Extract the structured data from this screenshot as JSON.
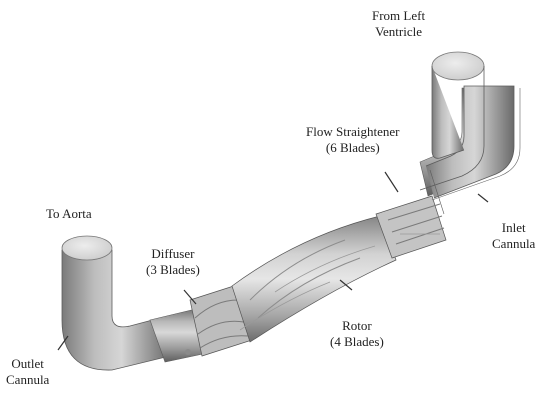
{
  "labels": {
    "from_left_ventricle": {
      "line1": "From Left",
      "line2": "Ventricle"
    },
    "flow_straightener": {
      "line1": "Flow Straightener",
      "line2": "(6 Blades)"
    },
    "to_aorta": {
      "text": "To Aorta"
    },
    "inlet_cannula": {
      "line1": "Inlet",
      "line2": "Cannula"
    },
    "diffuser": {
      "line1": "Diffuser",
      "line2": "(3 Blades)"
    },
    "rotor": {
      "line1": "Rotor",
      "line2": "(4 Blades)"
    },
    "outlet_cannula": {
      "line1": "Outlet",
      "line2": "Cannula"
    }
  },
  "colors": {
    "tube": "#9a9a9a",
    "tube_dark": "#6e6e6e",
    "tube_light": "#d4d4d4",
    "cap": "#e2e2e2",
    "leader": "#333333"
  }
}
